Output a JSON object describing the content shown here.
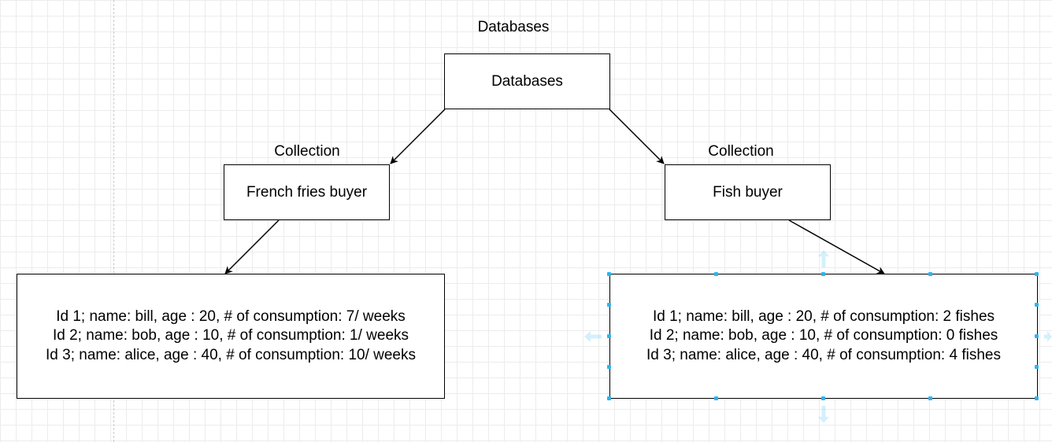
{
  "diagram": {
    "root": {
      "label": "Databases",
      "box_text": "Databases"
    },
    "left": {
      "label": "Collection",
      "box_text": "French fries buyer",
      "records": [
        "Id 1; name: bill, age : 20, # of consumption: 7/ weeks",
        "Id 2; name: bob, age : 10, # of consumption: 1/ weeks",
        "Id 3; name: alice, age : 40, # of consumption: 10/ weeks"
      ]
    },
    "right": {
      "label": "Collection",
      "box_text": "Fish buyer",
      "records": [
        "Id 1; name: bill, age : 20, # of consumption: 2 fishes",
        "Id 2; name: bob, age : 10, # of consumption: 0 fishes",
        "Id 3; name: alice, age : 40, # of consumption: 4 fishes"
      ]
    },
    "edges": [
      {
        "from": "root",
        "to": "left"
      },
      {
        "from": "root",
        "to": "right"
      },
      {
        "from": "left",
        "to": "left-records"
      },
      {
        "from": "right",
        "to": "right-records"
      }
    ],
    "colors": {
      "stroke": "#000000",
      "selection": "#29b6f2",
      "grid": "#ececec"
    }
  }
}
